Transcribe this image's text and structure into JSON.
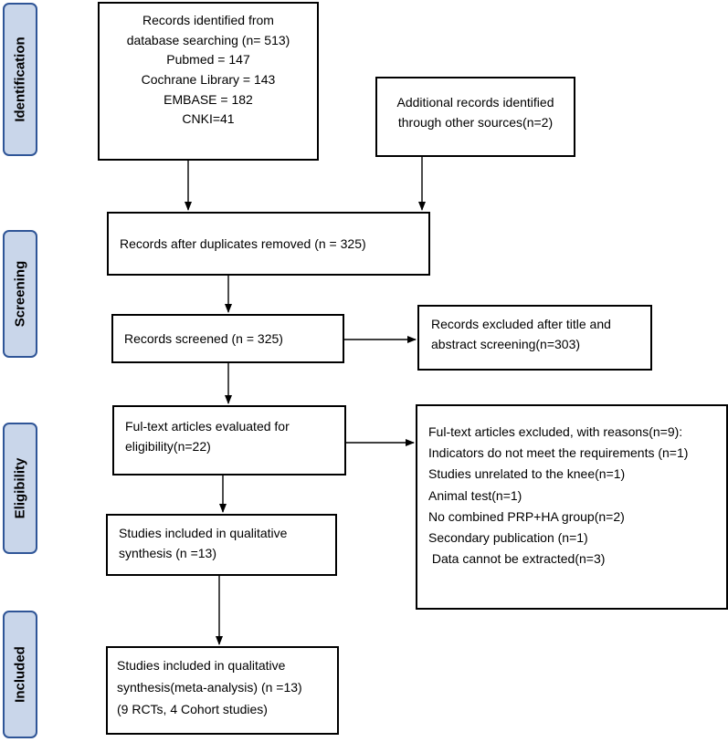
{
  "phases": [
    {
      "id": "identification",
      "label": "Identification"
    },
    {
      "id": "screening",
      "label": "Screening"
    },
    {
      "id": "eligibility",
      "label": "Eligibility"
    },
    {
      "id": "included",
      "label": "Included"
    }
  ],
  "boxes": {
    "db_search": {
      "lines": [
        "Records identified from",
        "database searching (n= 513)",
        "Pubmed = 147",
        "Cochrane Library = 143",
        "EMBASE = 182",
        "CNKI=41"
      ]
    },
    "other_sources": {
      "lines": [
        "Additional records identified",
        "through other sources(n=2)"
      ]
    },
    "duplicates_removed": {
      "lines": [
        "Records after duplicates removed (n = 325)"
      ]
    },
    "screened": {
      "lines": [
        "Records screened (n = 325)"
      ]
    },
    "excluded_title_abstract": {
      "lines": [
        "Records excluded after title and",
        "abstract screening(n=303)"
      ]
    },
    "fulltext_evaluated": {
      "lines": [
        "Ful-text articles evaluated for",
        "eligibility(n=22)"
      ]
    },
    "fulltext_excluded": {
      "lines": [
        "Ful-text articles excluded, with reasons(n=9):",
        "Indicators do not meet the requirements (n=1)",
        "Studies unrelated to the knee(n=1)",
        "Animal test(n=1)",
        "No combined PRP+HA group(n=2)",
        "Secondary publication (n=1)",
        " Data cannot be extracted(n=3)"
      ]
    },
    "qualitative": {
      "lines": [
        "Studies included in qualitative",
        "synthesis (n =13)"
      ]
    },
    "meta_analysis": {
      "lines": [
        "Studies included in qualitative",
        "synthesis(meta-analysis) (n =13)",
        "(9 RCTs, 4 Cohort studies)"
      ]
    }
  }
}
